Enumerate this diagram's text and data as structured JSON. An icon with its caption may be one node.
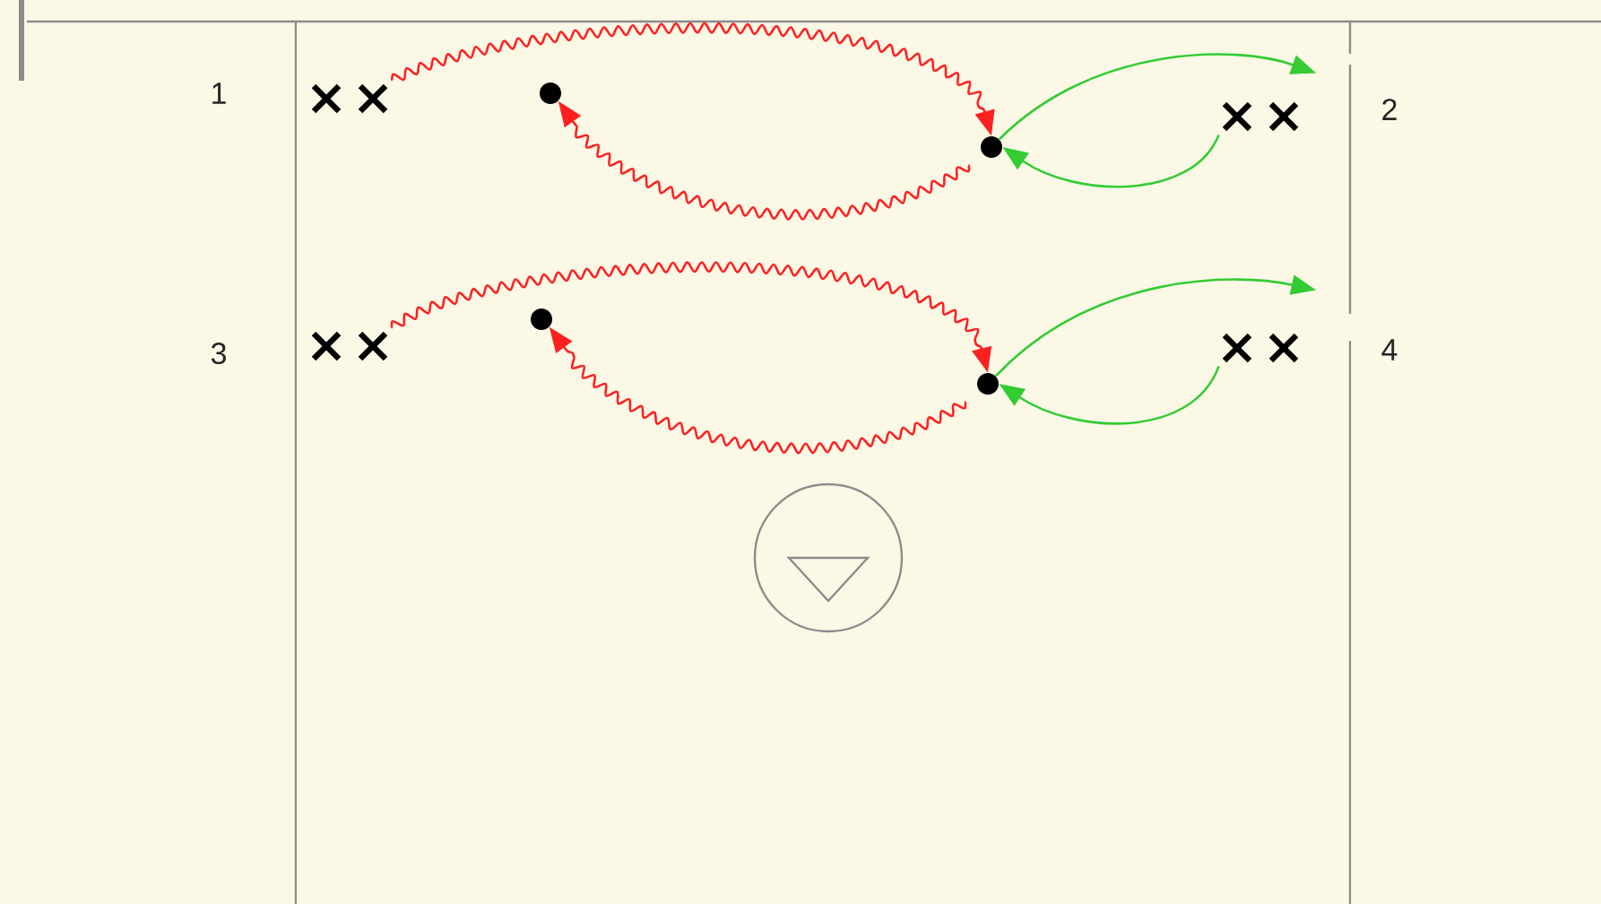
{
  "diagram": {
    "nodes": [
      {
        "text": [],
        "shape": "person",
        "beside": [
          "1"
        ]
      },
      {
        "text": [],
        "shape": "circle"
      },
      {
        "text": [],
        "shape": "circle"
      },
      {
        "text": [],
        "shape": "person",
        "beside": [
          "2"
        ]
      },
      {
        "text": [],
        "shape": "person",
        "beside": [
          "3"
        ]
      },
      {
        "text": [],
        "shape": "circle"
      },
      {
        "text": [],
        "shape": "circle"
      },
      {
        "text": [],
        "shape": "person",
        "beside": [
          "4"
        ]
      },
      {
        "text": [],
        "shape": "circle"
      }
    ],
    "edges": [
      {
        "from": 0,
        "to": 2,
        "arrow": "to",
        "color": "#ff2020"
      },
      {
        "from": 2,
        "to": 1,
        "arrow": "to",
        "color": "#ff2020"
      },
      {
        "from": 2,
        "to": 3,
        "arrow": "to",
        "color": "#33cc33"
      },
      {
        "from": 3,
        "to": 2,
        "arrow": "to",
        "color": "#33cc33"
      },
      {
        "from": 4,
        "to": 6,
        "arrow": "to",
        "color": "#ff2020"
      },
      {
        "from": 6,
        "to": 5,
        "arrow": "to",
        "color": "#ff2020"
      },
      {
        "from": 6,
        "to": 7,
        "arrow": "to",
        "color": "#33cc33"
      },
      {
        "from": 7,
        "to": 6,
        "arrow": "to",
        "color": "#33cc33"
      }
    ]
  }
}
